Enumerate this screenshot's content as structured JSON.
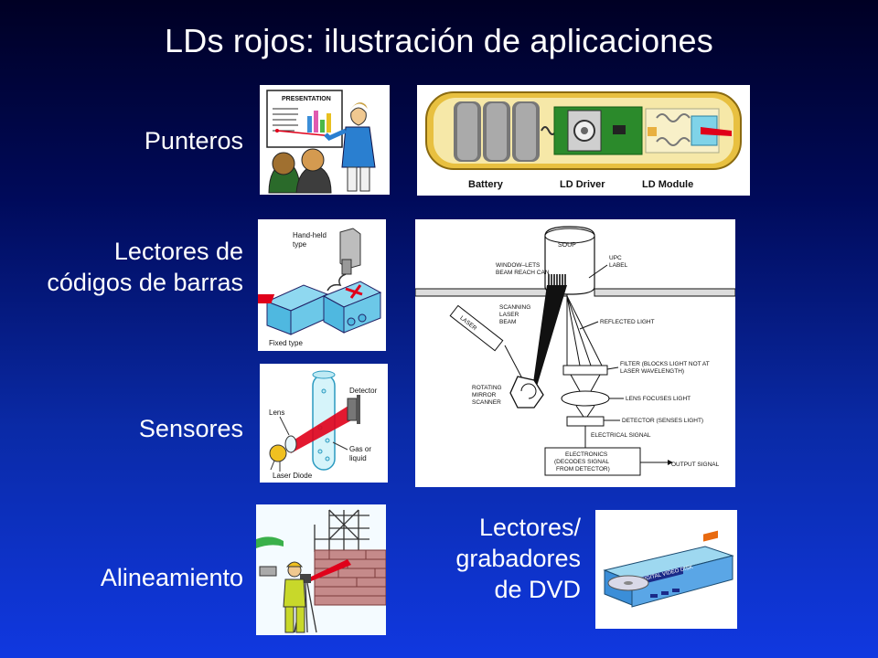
{
  "slide": {
    "title": "LDs rojos: ilustración de aplicaciones"
  },
  "labels": {
    "punteros": "Punteros",
    "lectores_line1": "Lectores de",
    "lectores_line2": "códigos de barras",
    "sensores": "Sensores",
    "alineamiento": "Alineamiento",
    "dvd_line1": "Lectores/",
    "dvd_line2": "grabadores",
    "dvd_line3": "de DVD"
  },
  "pointer_panel": {
    "presentation": "PRESENTATION"
  },
  "pointer_module": {
    "battery": "Battery",
    "ld_driver": "LD Driver",
    "ld_module": "LD Module"
  },
  "barcode_panel": {
    "handheld": "Hand-held",
    "type": "type",
    "fixed": "Fixed type"
  },
  "scanner_diagram": {
    "soup": "SOUP",
    "upc": "UPC",
    "label": "LABEL",
    "window1": "WINDOW–LETS",
    "window2": "BEAM REACH CAN",
    "scanning1": "SCANNING",
    "scanning2": "LASER",
    "scanning3": "BEAM",
    "laser": "LASER",
    "reflected": "REFLECTED LIGHT",
    "rotating1": "ROTATING",
    "rotating2": "MIRROR",
    "rotating3": "SCANNER",
    "filter1": "FILTER (BLOCKS LIGHT NOT AT",
    "filter2": "LASER WAVELENGTH)",
    "lens": "LENS FOCUSES LIGHT",
    "detector": "DETECTOR (SENSES LIGHT)",
    "electrical": "ELECTRICAL SIGNAL",
    "electronics1": "ELECTRONICS",
    "electronics2": "(DECODES SIGNAL",
    "electronics3": "FROM DETECTOR)",
    "output": "OUTPUT SIGNAL"
  },
  "sensor_panel": {
    "detector": "Detector",
    "lens": "Lens",
    "gas1": "Gas or",
    "gas2": "liquid",
    "diode": "Laser Diode"
  },
  "dvd_panel": {
    "disk": "DIGITAL VIDEO DISK"
  },
  "colors": {
    "laser_red": "#e0001a",
    "bg_top": "#000024",
    "bg_bottom": "#1038e0"
  }
}
